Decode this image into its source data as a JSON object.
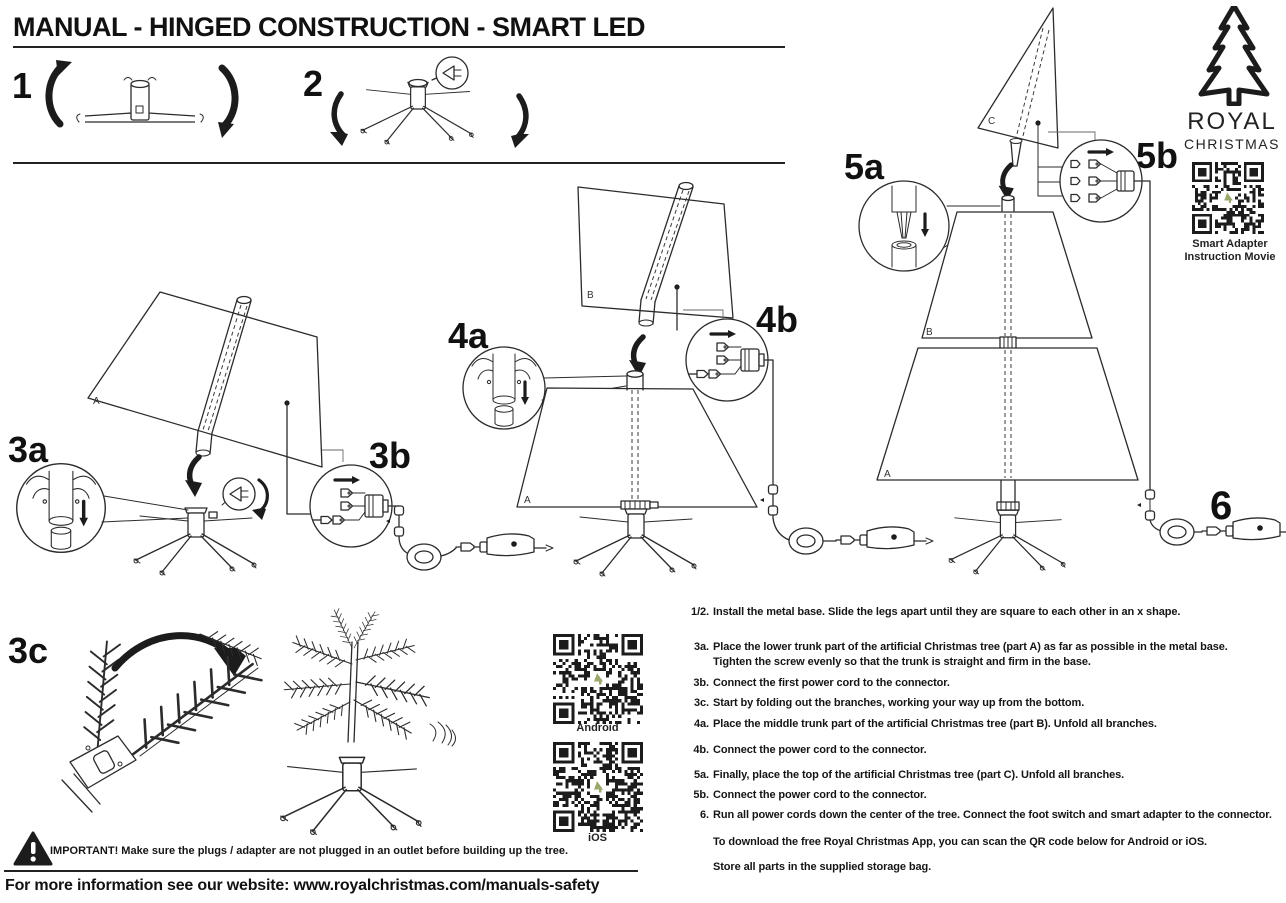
{
  "title": "MANUAL - HINGED CONSTRUCTION - SMART LED",
  "logo": {
    "top": "ROYAL",
    "bottom": "CHRISTMAS"
  },
  "qr": {
    "smart_caption1": "Smart Adapter",
    "smart_caption2": "Instruction Movie",
    "android_label": "Android",
    "ios_label": "iOS"
  },
  "steps": {
    "n1": "1",
    "n2": "2",
    "n3a": "3a",
    "n3b": "3b",
    "n3c": "3c",
    "n4a": "4a",
    "n4b": "4b",
    "n5a": "5a",
    "n5b": "5b",
    "n6": "6"
  },
  "parts": {
    "a": "A",
    "b": "B",
    "c": "C"
  },
  "instructions": [
    {
      "label": "1/2.",
      "text": "Install the metal base. Slide the legs apart until they are square to each other in an x shape."
    },
    {
      "label": "3a.",
      "text": "Place the lower trunk part of the artificial Christmas tree (part A) as far as possible in the metal base."
    },
    {
      "label": "",
      "text": "Tighten the screw evenly so that the trunk is straight and firm in the base."
    },
    {
      "label": "3b.",
      "text": "Connect the first power cord to the connector."
    },
    {
      "label": "3c.",
      "text": "Start by folding out the branches, working your way up from the bottom."
    },
    {
      "label": "4a.",
      "text": "Place the middle trunk part of the artificial Christmas tree (part B). Unfold all branches."
    },
    {
      "label": "4b.",
      "text": "Connect the power cord to the connector."
    },
    {
      "label": "5a.",
      "text": "Finally, place the top of the artificial Christmas tree (part C). Unfold all branches."
    },
    {
      "label": "5b.",
      "text": "Connect the power cord to the connector."
    },
    {
      "label": "6.",
      "text": "Run all power cords down the center of the tree. Connect the foot switch and smart adapter to the connector."
    },
    {
      "label": "",
      "text": "To download the free Royal Christmas App, you can scan the QR code below for Android or iOS."
    },
    {
      "label": "",
      "text": "Store all parts in the supplied storage bag."
    }
  ],
  "warning": "IMPORTANT! Make sure the plugs / adapter are not plugged in an outlet before building up the tree.",
  "footer": "For more information see our website: www.royalchristmas.com/manuals-safety",
  "colors": {
    "ink": "#1f1f1f"
  }
}
